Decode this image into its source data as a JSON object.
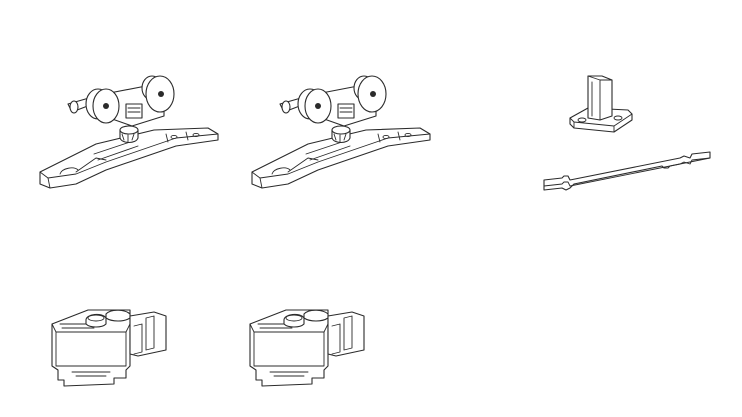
{
  "drawing": {
    "components": [
      {
        "id": "trolley-1",
        "icon": "roller-trolley-icon"
      },
      {
        "id": "trolley-2",
        "icon": "roller-trolley-icon"
      },
      {
        "id": "guide",
        "icon": "floor-guide-icon"
      },
      {
        "id": "spacer",
        "icon": "spacer-strip-icon"
      },
      {
        "id": "clamp-1",
        "icon": "door-clamp-icon"
      },
      {
        "id": "clamp-2",
        "icon": "door-clamp-icon"
      }
    ],
    "line_color": "#2b2b2b",
    "background": "#ffffff"
  }
}
